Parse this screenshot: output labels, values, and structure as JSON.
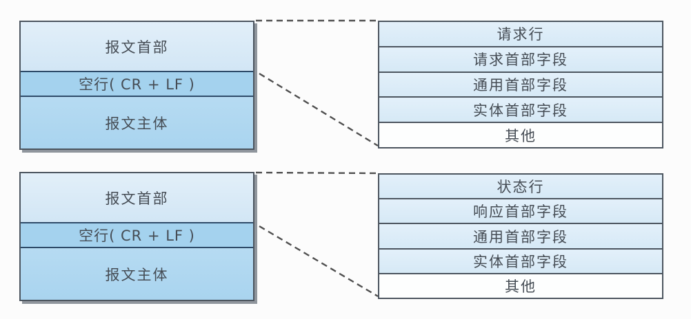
{
  "request": {
    "message_block": {
      "header": "报文首部",
      "blank_line": "空行( CR + LF )",
      "body": "报文主体"
    },
    "details": [
      "请求行",
      "请求首部字段",
      "通用首部字段",
      "实体首部字段",
      "其他"
    ]
  },
  "response": {
    "message_block": {
      "header": "报文首部",
      "blank_line": "空行( CR + LF )",
      "body": "报文主体"
    },
    "details": [
      "状态行",
      "响应首部字段",
      "通用首部字段",
      "实体首部字段",
      "其他"
    ]
  },
  "colors": {
    "header_fill": "#d9e9f6",
    "blank_line_fill": "#a4d2ee",
    "body_fill": "#b0d7f0",
    "detail_row_fill": "#dcebf7",
    "other_row_fill": "#fdfefe",
    "block_border": "#4b545e",
    "blank_line_border": "#2d4a68",
    "shadow": "#7d848c",
    "connector": "#4f4f4f",
    "text": "#454c54"
  }
}
